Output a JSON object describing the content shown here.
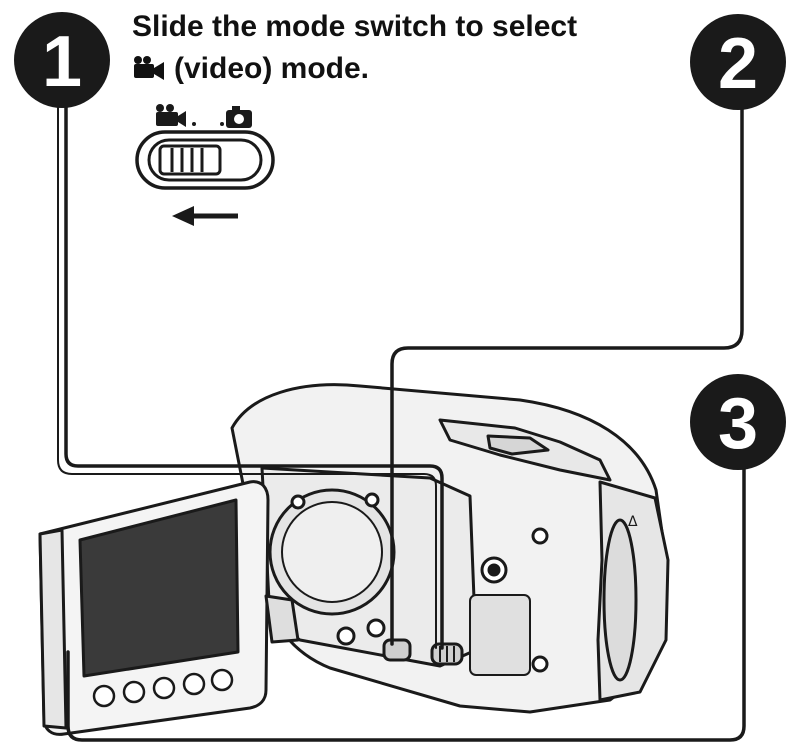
{
  "steps": [
    {
      "number": "1"
    },
    {
      "number": "2"
    },
    {
      "number": "3"
    }
  ],
  "instruction": {
    "line1": "Slide the mode switch to select",
    "line2": "(video) mode.",
    "mode_icon": "video-camera-icon"
  },
  "mode_switch": {
    "left_icon": "video-camera-icon",
    "right_icon": "still-camera-icon",
    "direction": "left"
  },
  "colors": {
    "ink": "#111111",
    "badge": "#1a1a1a",
    "body_fill": "#f2f2f2",
    "screen": "#3a3a3a"
  }
}
